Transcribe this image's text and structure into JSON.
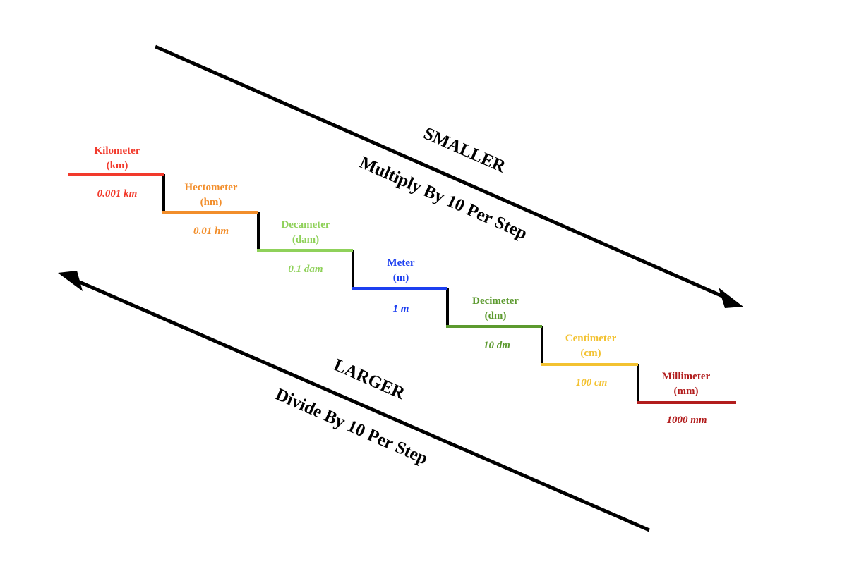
{
  "arrows": {
    "smaller": {
      "title": "SMALLER",
      "subtitle": "Multiply By 10 Per Step"
    },
    "larger": {
      "title": "LARGER",
      "subtitle": "Divide By 10 Per Step"
    }
  },
  "steps": [
    {
      "name": "Kilometer",
      "abbr": "(km)",
      "value": "0.001 km",
      "color": "#f23a2c"
    },
    {
      "name": "Hectometer",
      "abbr": "(hm)",
      "value": "0.01 hm",
      "color": "#f28e2b"
    },
    {
      "name": "Decameter",
      "abbr": "(dam)",
      "value": "0.1 dam",
      "color": "#8fd15a"
    },
    {
      "name": "Meter",
      "abbr": "(m)",
      "value": "1 m",
      "color": "#1d3ff0"
    },
    {
      "name": "Decimeter",
      "abbr": "(dm)",
      "value": "10 dm",
      "color": "#5c9a2f"
    },
    {
      "name": "Centimeter",
      "abbr": "(cm)",
      "value": "100 cm",
      "color": "#f3c231"
    },
    {
      "name": "Millimeter",
      "abbr": "(mm)",
      "value": "1000 mm",
      "color": "#b21d1d"
    }
  ]
}
